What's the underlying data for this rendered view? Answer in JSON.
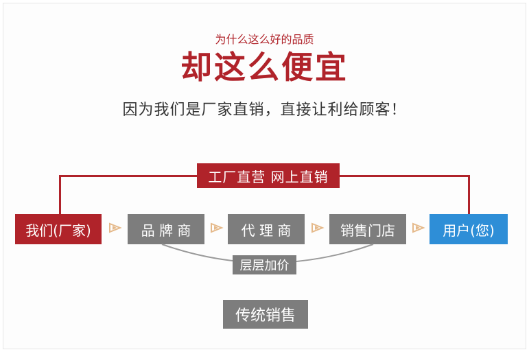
{
  "header": {
    "subtitle": "为什么这么好的品质",
    "title": "却这么便宜",
    "tagline": "因为我们是厂家直销，直接让利给顾客！"
  },
  "flow": {
    "direct_banner": "工厂直营 网上直销",
    "nodes": [
      {
        "label": "我们(厂家)"
      },
      {
        "label": "品 牌 商"
      },
      {
        "label": "代 理 商"
      },
      {
        "label": "销售门店"
      },
      {
        "label": "用户(您)"
      }
    ],
    "markup_label": "层层加价",
    "traditional_label": "传统销售"
  },
  "colors": {
    "accent_red": "#b0232a",
    "gray": "#7d7d7d",
    "blue": "#2e8ed7",
    "arrow": "#e5b98a"
  }
}
